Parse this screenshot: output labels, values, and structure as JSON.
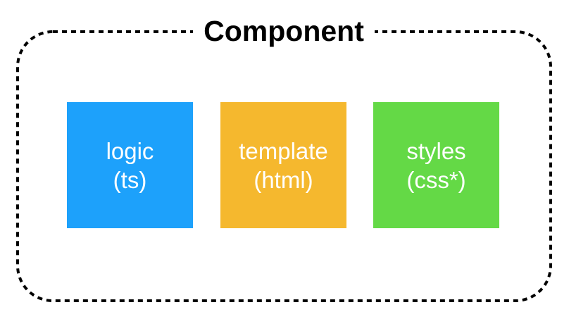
{
  "title": "Component",
  "boxes": [
    {
      "line1": "logic",
      "line2": "(ts)",
      "color": "#1da1fb"
    },
    {
      "line1": "template",
      "line2": "(html)",
      "color": "#f5b82e"
    },
    {
      "line1": "styles",
      "line2": "(css*)",
      "color": "#64d946"
    }
  ],
  "colors": {
    "border": "#000000",
    "text_on_box": "#ffffff"
  }
}
